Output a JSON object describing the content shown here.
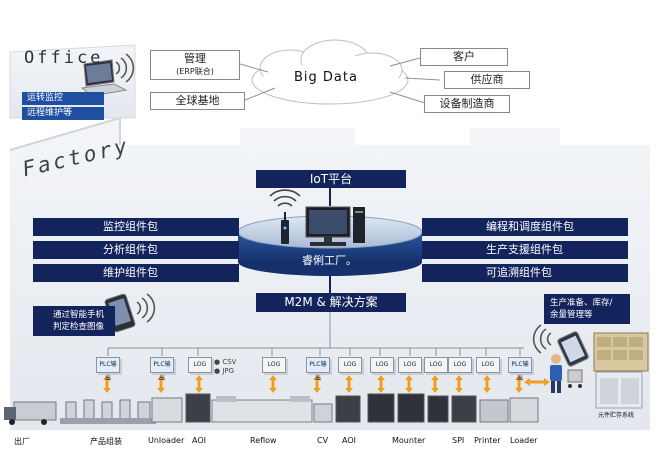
{
  "office": {
    "title": "Office",
    "items": [
      "运转监控",
      "远程维护等"
    ]
  },
  "big_data": {
    "label": "Big Data",
    "left_boxes": [
      {
        "line1": "管理",
        "line2": "(ERP联合)"
      },
      {
        "line1": "全球基地",
        "line2": ""
      }
    ],
    "right_boxes": [
      "客户",
      "供应商",
      "设备制造商"
    ]
  },
  "factory": {
    "title": "Factory",
    "iot_label": "IoT平台",
    "platform_label": "睿俐工厂。",
    "left_packages": [
      "监控组件包",
      "分析组件包",
      "维护组件包"
    ],
    "right_packages": [
      "编程和调度组件包",
      "生产支援组件包",
      "可追溯组件包"
    ],
    "m2m_label": "M2M & 解决方案",
    "smartphone_text": [
      "通过智能手机",
      "判定检查图像"
    ],
    "inventory_text": [
      "生产准备、库存/",
      "余量管理等"
    ],
    "storage_label": "元件贮存系统"
  },
  "equipment_tags": {
    "plc": "PLC输出",
    "log": "LOG",
    "csv": "CSV",
    "jpg": "JPG"
  },
  "line_labels": [
    "出厂",
    "产品组装",
    "Unloader",
    "AOI",
    "Reflow",
    "CV",
    "AOI",
    "Mounter",
    "SPI",
    "Printer",
    "Loader"
  ],
  "colors": {
    "navy": "#13245c",
    "office_blue": "#1f4fa0",
    "arrow_orange": "#f0a020",
    "platform_blue": "#1d3f80"
  }
}
